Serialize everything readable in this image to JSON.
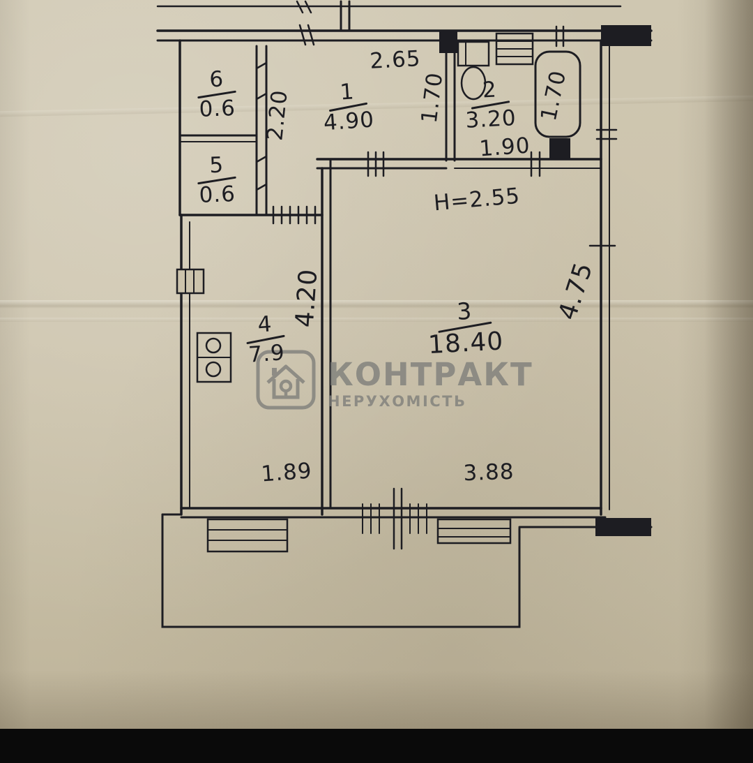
{
  "watermark": {
    "title": "КОНТРАКТ",
    "subtitle": "НЕРУХОМІСТЬ"
  },
  "rooms": {
    "r6": {
      "num": "6",
      "area": "0.6"
    },
    "r5": {
      "num": "5",
      "area": "0.6"
    },
    "r1": {
      "num": "1",
      "area": "4.90"
    },
    "r2": {
      "num": "2",
      "area": "3.20"
    },
    "r3": {
      "num": "3",
      "area": "18.40"
    },
    "r4": {
      "num": "4",
      "area": "7.9"
    }
  },
  "dimensions": {
    "top_width": "2.65",
    "hall_depth": "1.70",
    "closet_depth": "2.20",
    "bath_width": "1.90",
    "tub_length": "1.70",
    "ceiling_height": "H=2.55",
    "kitchen_depth": "4.20",
    "room_depth": "4.75",
    "balcony_left": "1.89",
    "balcony_right": "3.88"
  },
  "colors": {
    "paper": "#ccc3ac",
    "ink": "#1d1d22",
    "watermark_gray": "#7f7f7b"
  }
}
